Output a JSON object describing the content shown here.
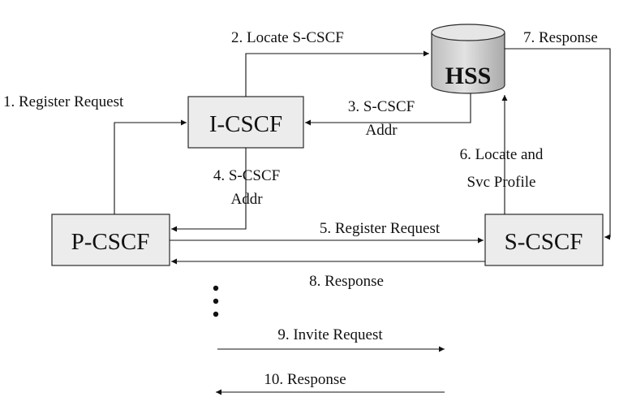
{
  "nodes": {
    "hss": "HSS",
    "icscf": "I-CSCF",
    "pcscf": "P-CSCF",
    "scscf": "S-CSCF"
  },
  "messages": {
    "m1": "1. Register Request",
    "m2": "2. Locate S-CSCF",
    "m3": [
      "3. S-CSCF",
      "Addr"
    ],
    "m4": [
      "4. S-CSCF",
      "Addr"
    ],
    "m5": "5. Register Request",
    "m6": [
      "6. Locate and",
      "Svc Profile"
    ],
    "m7": "7. Response",
    "m8": "8. Response",
    "m9": "9. Invite Request",
    "m10": "10. Response"
  },
  "colors": {
    "box_fill": "#ececec",
    "cylinder_body": "#cfcfcf",
    "cylinder_top": "#e6e6e6",
    "line": "#111111"
  }
}
